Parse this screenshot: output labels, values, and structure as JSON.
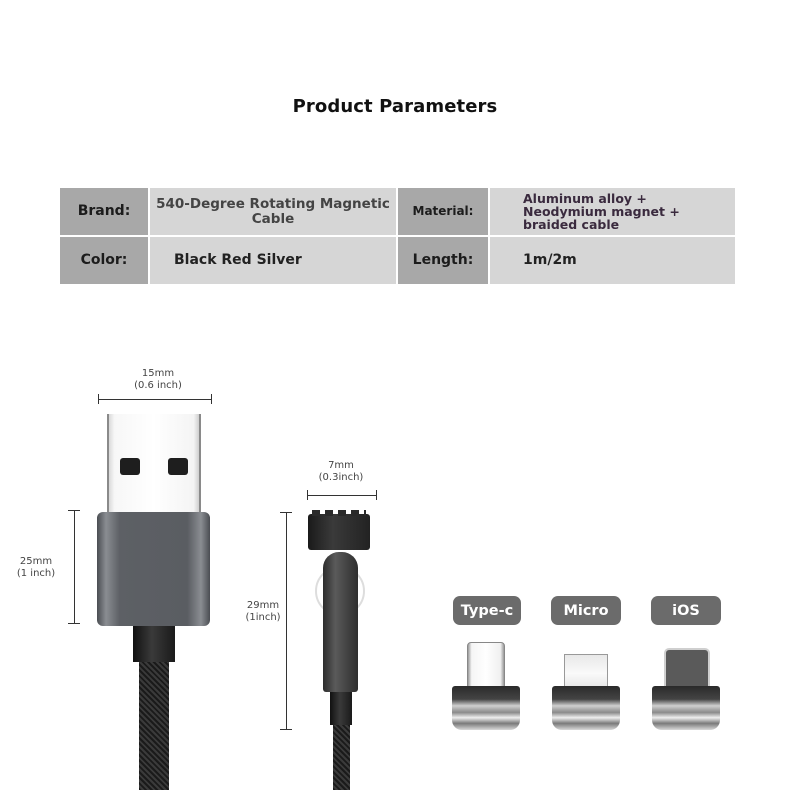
{
  "title": "Product Parameters",
  "parameters": {
    "rows": [
      {
        "label_1": "Brand:",
        "value_1": "540-Degree Rotating Magnetic Cable",
        "label_2": "Material:",
        "value_2": "Aluminum alloy + Neodymium magnet + braided cable"
      },
      {
        "label_1": "Color:",
        "value_1": "Black Red Silver",
        "label_2": "Length:",
        "value_2": "1m/2m"
      }
    ],
    "colors": {
      "label_bg": "#a8a8a8",
      "value_bg": "#d6d6d6"
    }
  },
  "dimensions": {
    "usb_width": {
      "mm": "15mm",
      "inch": "(0.6 inch)"
    },
    "usb_height": {
      "mm": "25mm",
      "inch": "(1 inch)"
    },
    "head_width": {
      "mm": "7mm",
      "inch": "(0.3inch)"
    },
    "head_height": {
      "mm": "29mm",
      "inch": "(1inch)"
    }
  },
  "tips": [
    {
      "label": "Type-c",
      "icon": "usb-c-tip"
    },
    {
      "label": "Micro",
      "icon": "micro-usb-tip"
    },
    {
      "label": "iOS",
      "icon": "lightning-tip"
    }
  ],
  "badge_color": "#6b6b6b"
}
